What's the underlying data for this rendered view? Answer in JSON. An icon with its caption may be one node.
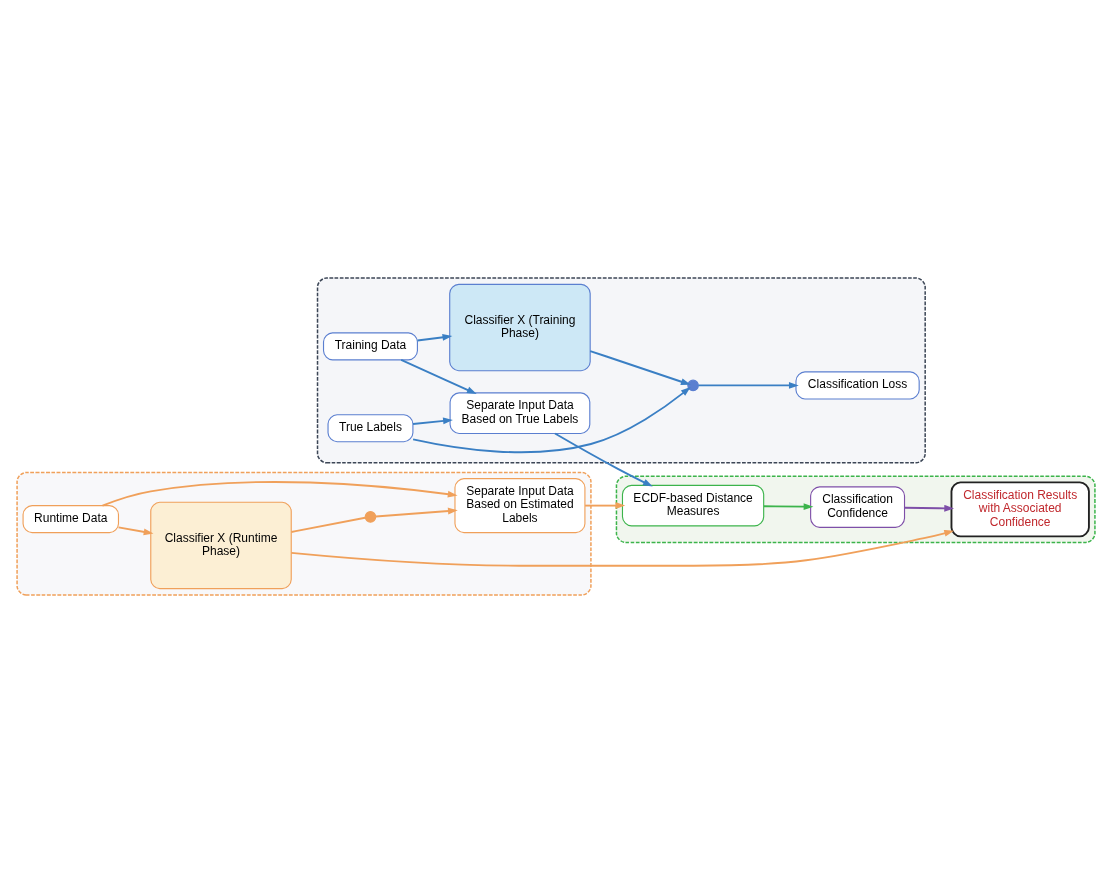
{
  "diagram": {
    "nodes": [
      {
        "text": [],
        "shape": "box"
      },
      {
        "text": [
          "Training Data"
        ],
        "in": 0
      },
      {
        "text": [
          "Classifier X (Training Phase)"
        ],
        "in": 0
      },
      {
        "text": [],
        "shape": "circle",
        "in": 0
      },
      {
        "text": [
          "Classification Loss"
        ],
        "in": 0
      },
      {
        "text": [
          "True Labels"
        ],
        "in": 0
      },
      {
        "text": [
          "Separate Input Data Based on True Labels"
        ],
        "in": 0
      },
      {
        "text": [],
        "shape": "box"
      },
      {
        "text": [
          "Separate Input Data Based on Estimated Labels"
        ],
        "in": 7
      },
      {
        "text": [
          "Runtime Data"
        ],
        "in": 7
      },
      {
        "text": [
          "Classifier X (Runtime Phase)"
        ],
        "in": 7
      },
      {
        "text": [],
        "shape": "circle",
        "in": 7
      },
      {
        "text": [],
        "shape": "box"
      },
      {
        "text": [
          "ECDF-based Distance Measures"
        ],
        "in": 12
      },
      {
        "text": [
          "Classification Confidence"
        ],
        "in": 12
      },
      {
        "text": [
          "Classification Results with Associated Confidence"
        ],
        "in": 12
      }
    ],
    "edges": [
      {
        "from": 1,
        "to": 2,
        "arrow": "to"
      },
      {
        "from": 2,
        "to": 3,
        "arrow": "to"
      },
      {
        "from": 3,
        "to": 4,
        "arrow": "to"
      },
      {
        "from": 5,
        "to": 3,
        "arrow": "to"
      },
      {
        "from": 5,
        "to": 6,
        "arrow": "to"
      },
      {
        "from": 1,
        "to": 6,
        "arrow": "to"
      },
      {
        "from": 6,
        "to": 13,
        "arrow": "to"
      },
      {
        "from": 9,
        "to": 8,
        "arrow": "to",
        "color": "#f0a05a"
      },
      {
        "from": 9,
        "to": 10,
        "arrow": "to",
        "color": "#f0a05a"
      },
      {
        "from": 10,
        "to": 11,
        "arrow": "none",
        "color": "#f0a05a"
      },
      {
        "from": 11,
        "to": 8,
        "arrow": "to",
        "color": "#f0a05a"
      },
      {
        "from": 10,
        "to": 15,
        "arrow": "to",
        "color": "#f0a05a"
      },
      {
        "from": 8,
        "to": 13,
        "arrow": "to",
        "color": "#f0a05a"
      },
      {
        "from": 13,
        "to": 14,
        "arrow": "to",
        "color": "#3cb44b"
      },
      {
        "from": 14,
        "to": 15,
        "arrow": "to",
        "color": "#7e4fa8"
      }
    ]
  }
}
